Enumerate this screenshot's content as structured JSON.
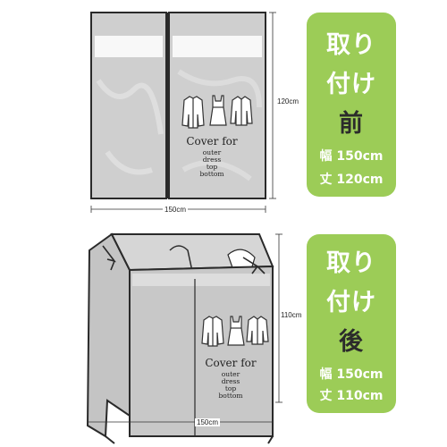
{
  "colors": {
    "panel_bg": "#9ccc57",
    "cover_gray": "#c8c8c8",
    "frame": "#2a2a2a"
  },
  "before": {
    "dim_width": "150cm",
    "dim_height": "120cm",
    "panel": {
      "line1": "取り",
      "line2": "付け",
      "line3_main": "前",
      "width_label": "幅 150cm",
      "height_label": "丈 120cm"
    },
    "print": {
      "heading": "Cover for",
      "items": [
        "outer",
        "dress",
        "top",
        "bottom"
      ]
    }
  },
  "after": {
    "dim_width": "150cm",
    "dim_height": "110cm",
    "panel": {
      "line1": "取り",
      "line2": "付け",
      "line3_main": "後",
      "width_label": "幅 150cm",
      "height_label": "丈 110cm"
    },
    "print": {
      "heading": "Cover for",
      "items": [
        "outer",
        "dress",
        "top",
        "bottom"
      ]
    }
  },
  "icons": [
    "coat-icon",
    "dress-icon",
    "shirt-icon"
  ]
}
